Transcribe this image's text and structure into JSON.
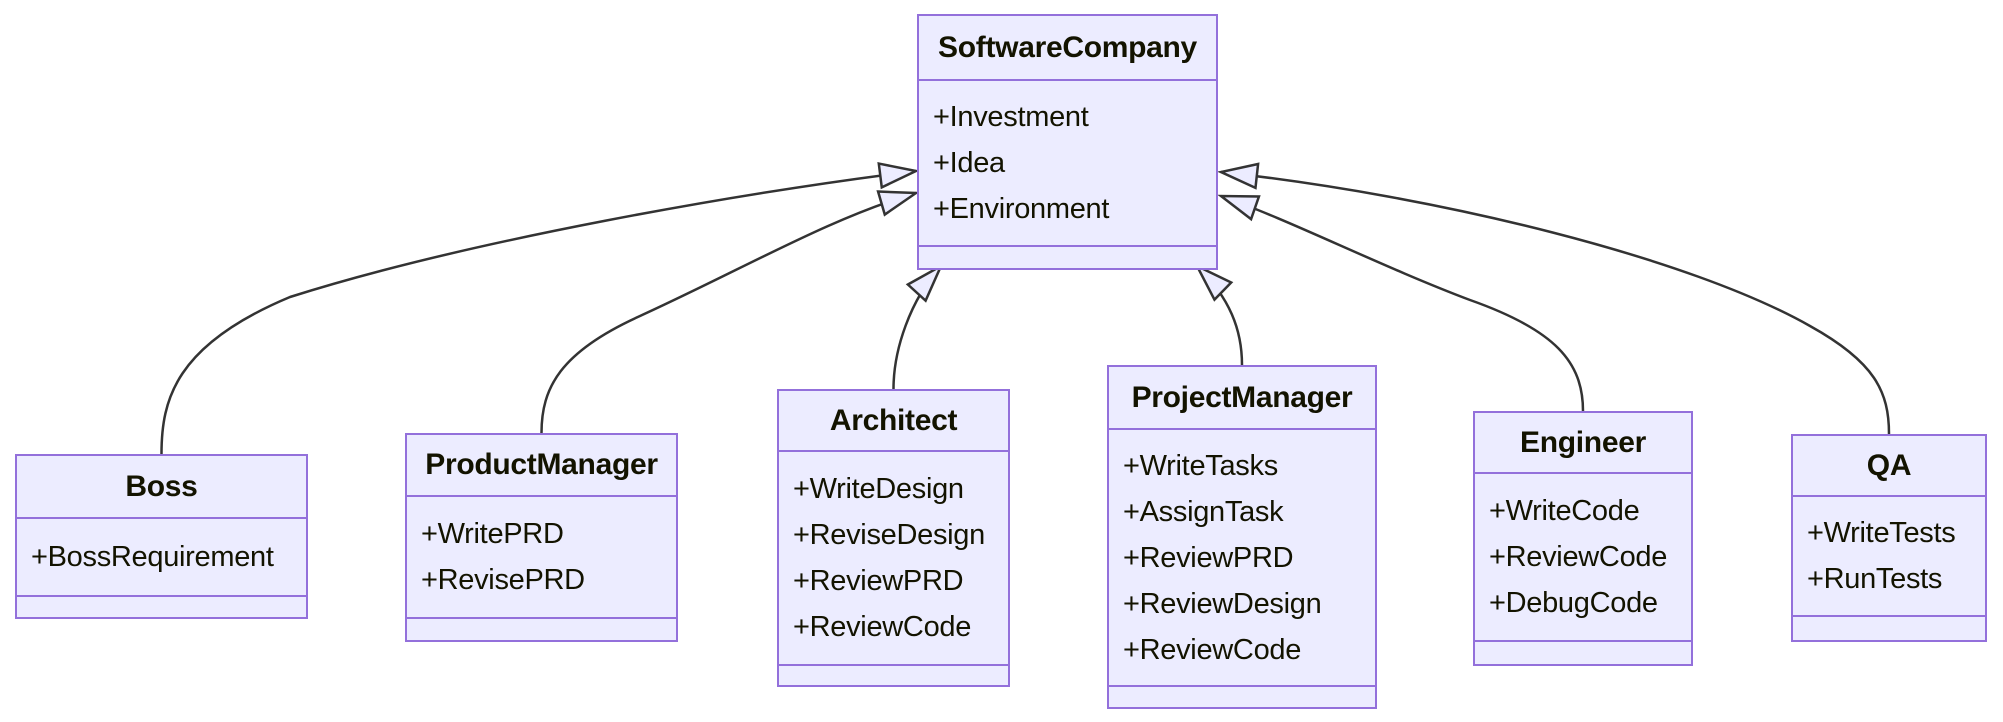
{
  "diagram": {
    "type": "uml-class-diagram",
    "classes": [
      {
        "name": "SoftwareCompany",
        "attributes": [
          "+Investment",
          "+Idea",
          "+Environment"
        ],
        "methods": []
      },
      {
        "name": "Boss",
        "attributes": [
          "+BossRequirement"
        ],
        "methods": []
      },
      {
        "name": "ProductManager",
        "attributes": [
          "+WritePRD",
          "+RevisePRD"
        ],
        "methods": []
      },
      {
        "name": "Architect",
        "attributes": [
          "+WriteDesign",
          "+ReviseDesign",
          "+ReviewPRD",
          "+ReviewCode"
        ],
        "methods": []
      },
      {
        "name": "ProjectManager",
        "attributes": [
          "+WriteTasks",
          "+AssignTask",
          "+ReviewPRD",
          "+ReviewDesign",
          "+ReviewCode"
        ],
        "methods": []
      },
      {
        "name": "Engineer",
        "attributes": [
          "+WriteCode",
          "+ReviewCode",
          "+DebugCode"
        ],
        "methods": []
      },
      {
        "name": "QA",
        "attributes": [
          "+WriteTests",
          "+RunTests"
        ],
        "methods": []
      }
    ],
    "relationships": [
      {
        "from": "Boss",
        "to": "SoftwareCompany",
        "type": "inheritance"
      },
      {
        "from": "ProductManager",
        "to": "SoftwareCompany",
        "type": "inheritance"
      },
      {
        "from": "Architect",
        "to": "SoftwareCompany",
        "type": "inheritance"
      },
      {
        "from": "ProjectManager",
        "to": "SoftwareCompany",
        "type": "inheritance"
      },
      {
        "from": "Engineer",
        "to": "SoftwareCompany",
        "type": "inheritance"
      },
      {
        "from": "QA",
        "to": "SoftwareCompany",
        "type": "inheritance"
      }
    ],
    "colors": {
      "node_fill": "#ECECFF",
      "node_border": "#9370DB",
      "edge": "#333333",
      "text": "#131300",
      "background": "#FFFFFF"
    }
  }
}
